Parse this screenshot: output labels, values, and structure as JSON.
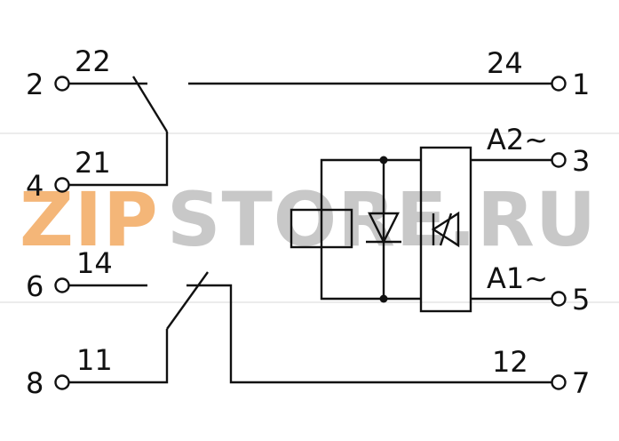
{
  "watermark": {
    "left_text": "ZIP",
    "right_text": "STORE.RU",
    "left_color": "#f4b678",
    "right_color": "#c8c8c8"
  },
  "labels": {
    "pin_2": "2",
    "pin_4": "4",
    "pin_6": "6",
    "pin_8": "8",
    "pin_1": "1",
    "pin_3": "3",
    "pin_5": "5",
    "pin_7": "7",
    "contact_22": "22",
    "contact_21": "21",
    "contact_14": "14",
    "contact_11": "11",
    "contact_24": "24",
    "contact_12": "12",
    "coil_a2": "A2~",
    "coil_a1": "A1~"
  }
}
